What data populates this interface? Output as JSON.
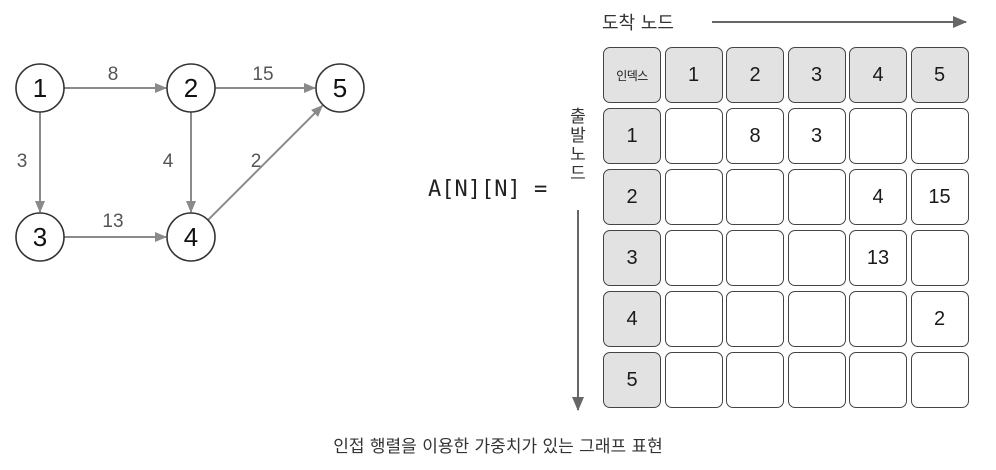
{
  "graph": {
    "nodes": [
      {
        "id": "1",
        "label": "1"
      },
      {
        "id": "2",
        "label": "2"
      },
      {
        "id": "3",
        "label": "3"
      },
      {
        "id": "4",
        "label": "4"
      },
      {
        "id": "5",
        "label": "5"
      }
    ],
    "edges": [
      {
        "from": "1",
        "to": "2",
        "weight": "8"
      },
      {
        "from": "2",
        "to": "5",
        "weight": "15"
      },
      {
        "from": "1",
        "to": "3",
        "weight": "3"
      },
      {
        "from": "2",
        "to": "4",
        "weight": "4"
      },
      {
        "from": "4",
        "to": "5",
        "weight": "2"
      },
      {
        "from": "3",
        "to": "4",
        "weight": "13"
      }
    ]
  },
  "matrix": {
    "label": "A[N][N] =",
    "col_axis_label": "도착 노드",
    "row_axis_label": "출발 노드",
    "corner_label": "인덱스",
    "col_headers": [
      "1",
      "2",
      "3",
      "4",
      "5"
    ],
    "row_headers": [
      "1",
      "2",
      "3",
      "4",
      "5"
    ],
    "rows": [
      [
        "",
        "8",
        "3",
        "",
        ""
      ],
      [
        "",
        "",
        "",
        "4",
        "15"
      ],
      [
        "",
        "",
        "",
        "13",
        ""
      ],
      [
        "",
        "",
        "",
        "",
        "2"
      ],
      [
        "",
        "",
        "",
        "",
        ""
      ]
    ]
  },
  "caption": "인접 행렬을 이용한 가중치가 있는 그래프 표현",
  "colors": {
    "header_fill": "#e2e2e2",
    "edge": "#8a8a8a"
  }
}
